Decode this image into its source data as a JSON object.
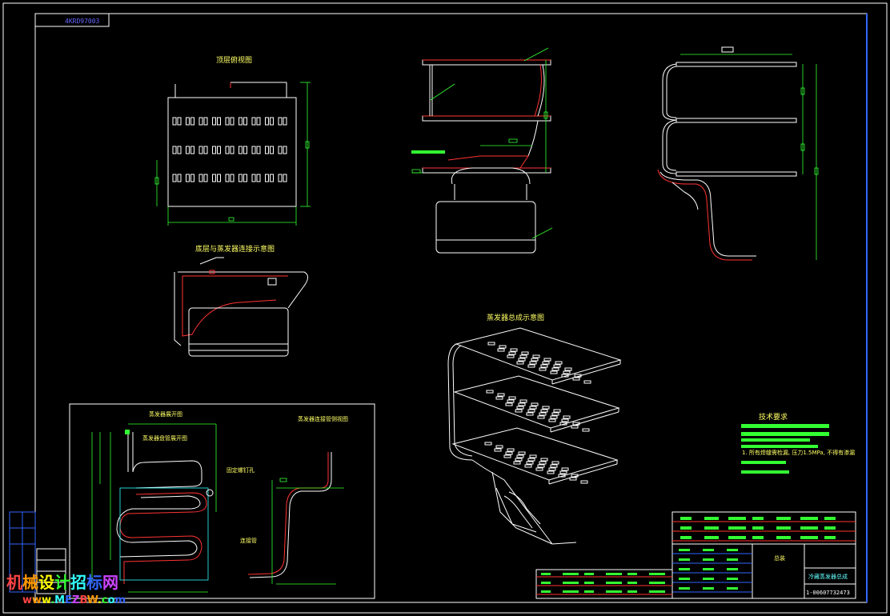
{
  "drawing": {
    "code_box": "4KRD97003",
    "titles": {
      "top_layer": "顶层俯视图",
      "bottom_connection": "底层与蒸发器连接示意图",
      "evaporator_overall": "蒸发器总成示意图",
      "tech_req": "技术要求",
      "inset_left": "蒸发器展开图",
      "inset_right": "蒸发器连接管侧视图"
    },
    "inset_labels": {
      "coil": "蒸发器盘管展开图",
      "pipe_tag": "连接管",
      "mount": "固定螺钉孔"
    },
    "drawing_number": "1-00607732473",
    "title_block_name": "冷藏蒸发器总成",
    "title_block_tag": "总装",
    "tech_note": "1. 所有焊缝需检漏, 压力1.5MPa, 不得有渗漏"
  },
  "watermark": {
    "line1": "机械设计招标网",
    "line2": "www.MEZBW.com",
    "colors": [
      "#ff4444",
      "#ff9900",
      "#ffff00",
      "#33ff33",
      "#33ffff",
      "#3366ff",
      "#cc44ff"
    ]
  },
  "colors": {
    "background": "#000000",
    "outline": "#ffffff",
    "dimension": "#33ff33",
    "tube": "#ff3333",
    "label": "#ffff66",
    "frame_accent": "#3366ff"
  }
}
